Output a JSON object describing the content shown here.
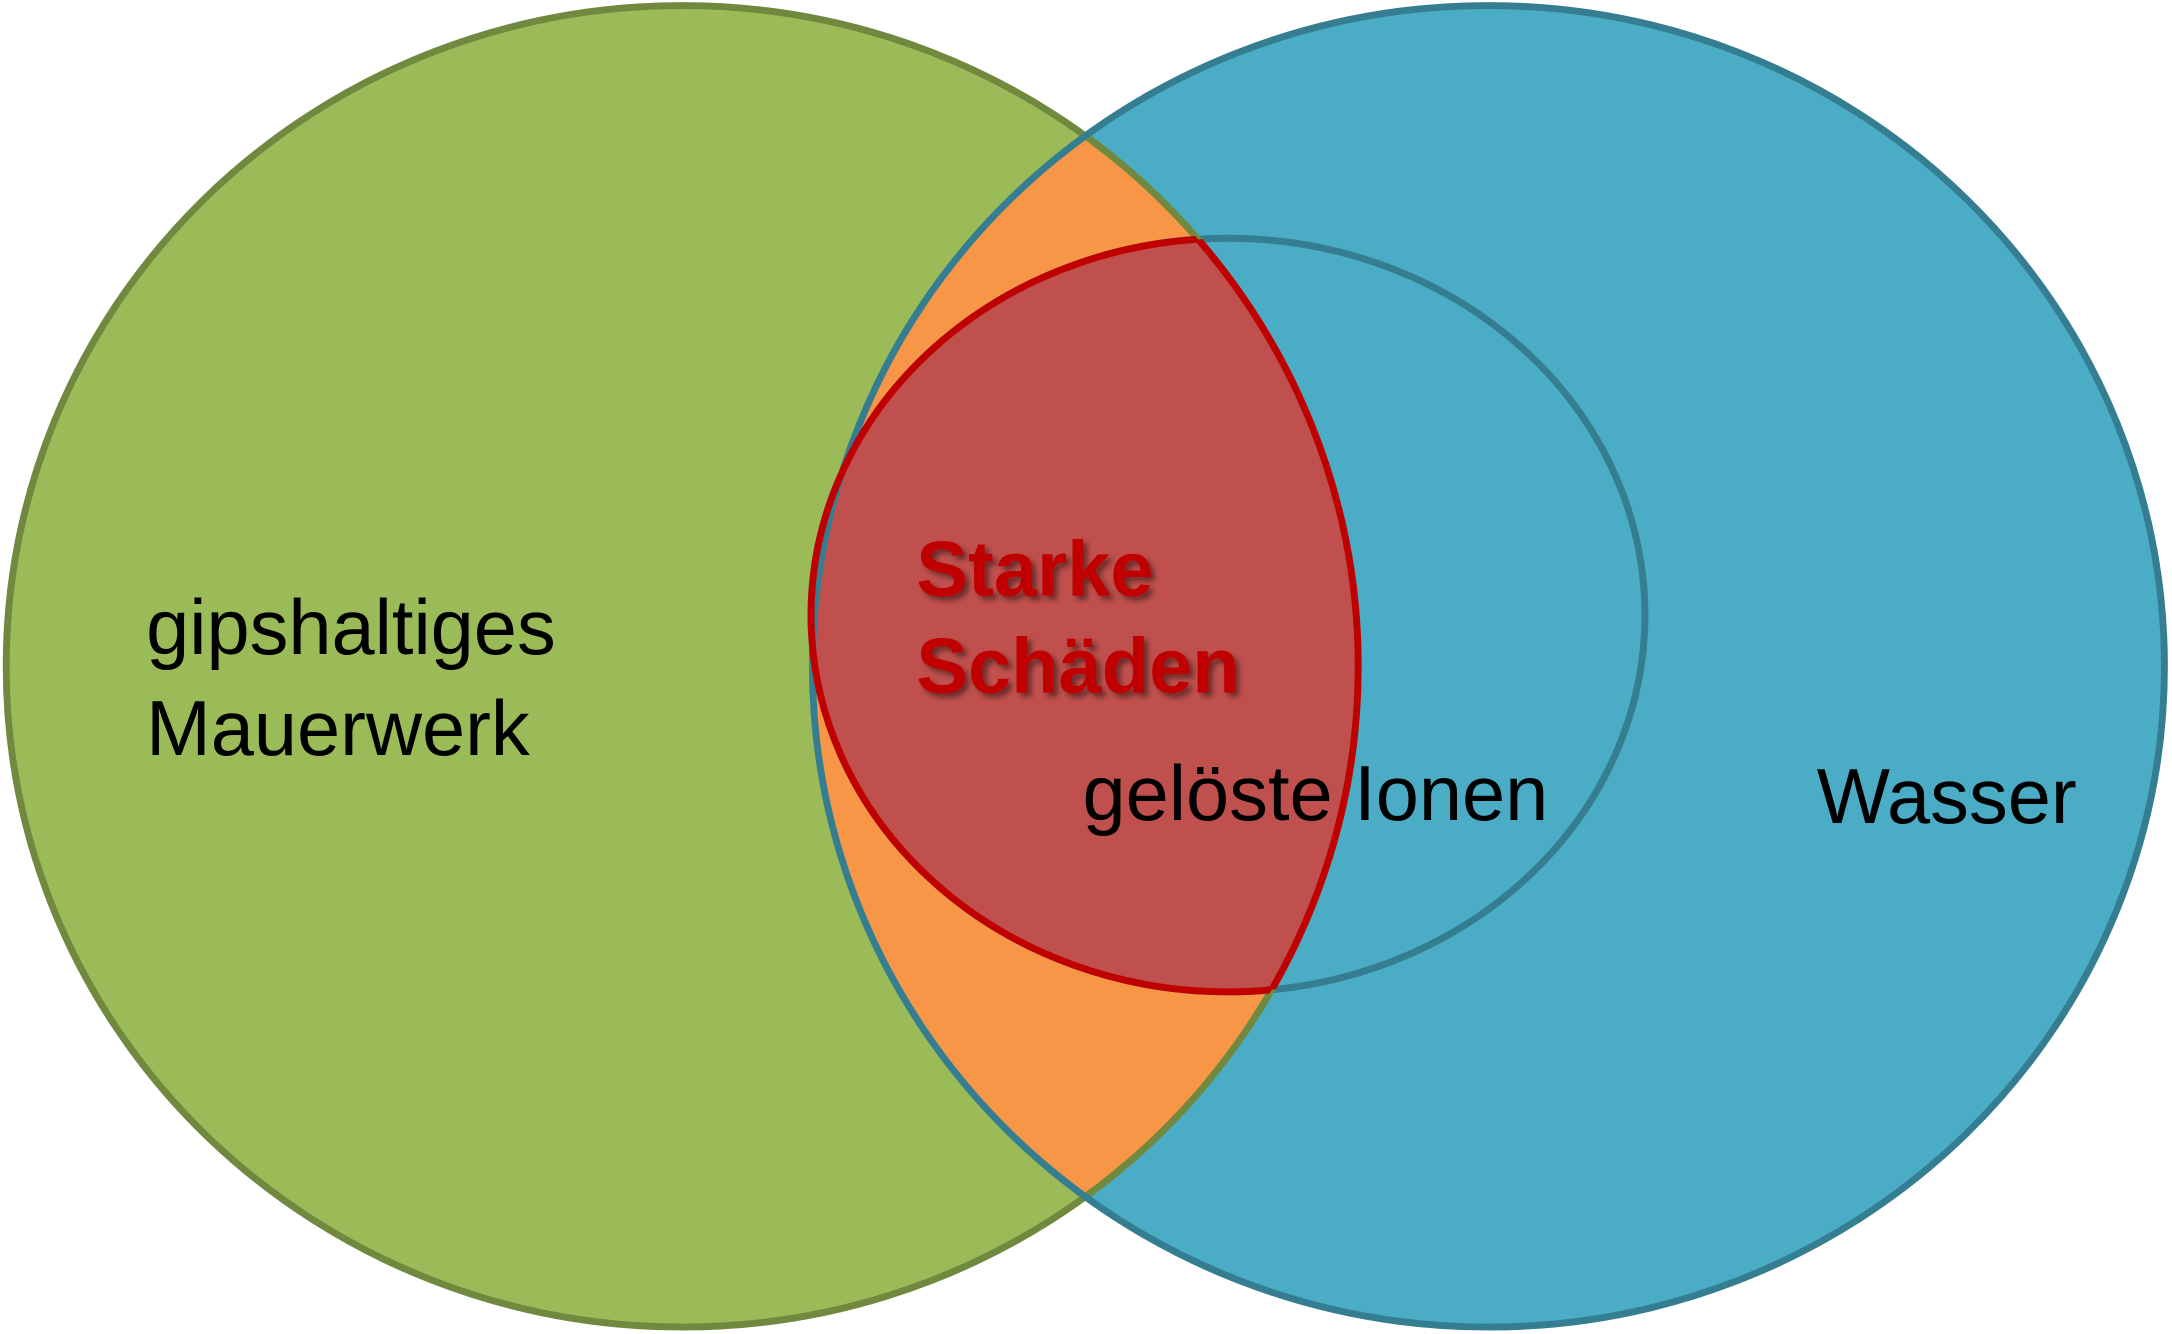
{
  "diagram": {
    "type": "venn",
    "sets": {
      "masonry": {
        "label_line1": "gipshaltiges",
        "label_line2": "Mauerwerk",
        "color": "#9BBB59"
      },
      "water": {
        "label": "Wasser",
        "color": "#4BACC6"
      },
      "ions": {
        "label": "gelöste Ionen",
        "color": "#4BACC6"
      }
    },
    "overlap": {
      "color": "#F79646"
    },
    "damage": {
      "label_line1": "Starke",
      "label_line2": "Schäden",
      "color": "#C0504D",
      "text_color": "#C00000"
    }
  }
}
